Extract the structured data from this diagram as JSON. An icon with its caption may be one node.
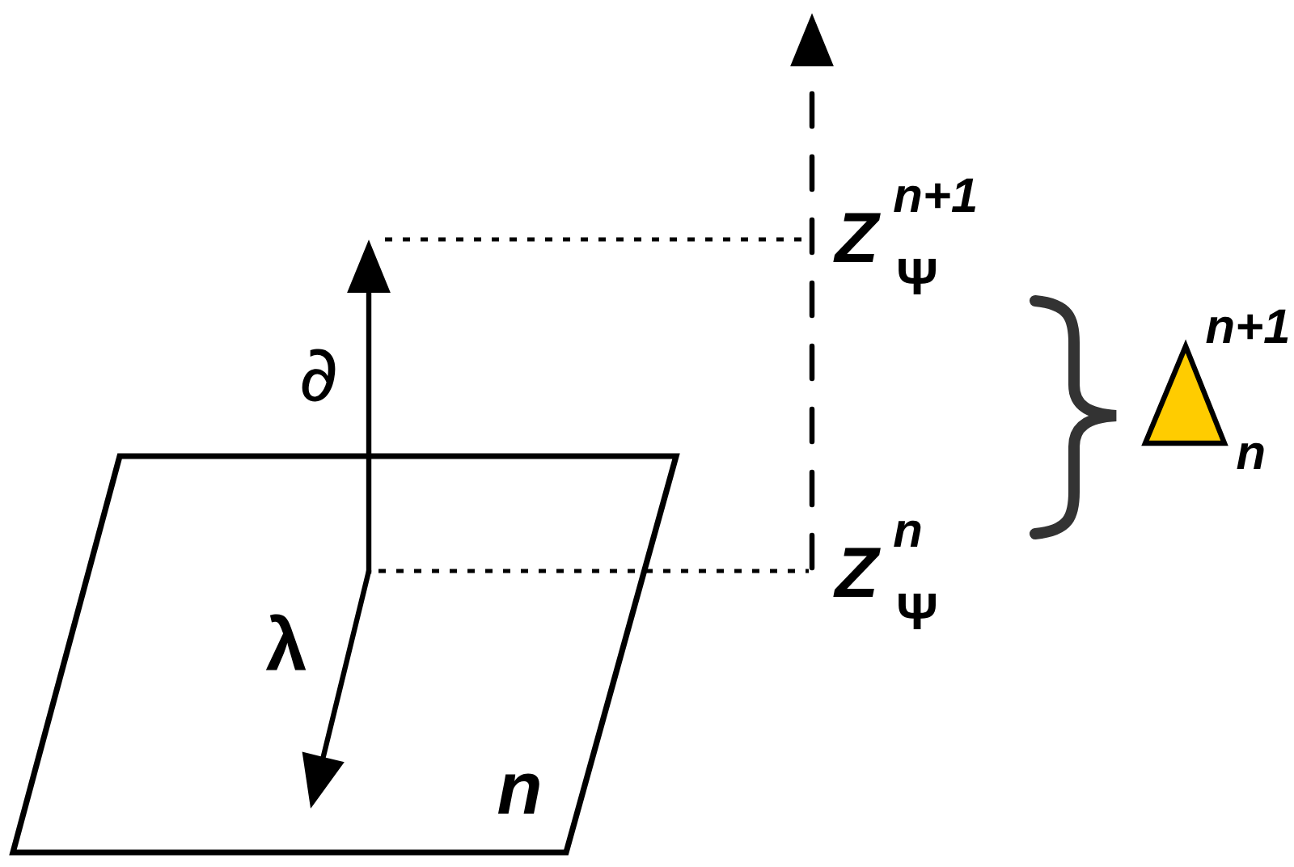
{
  "diagram": {
    "nodes": [
      {
        "text": [
          "n"
        ]
      }
    ],
    "labels": [
      "Z$^{n+1}$$_{Ψ}$",
      "n+1",
      "∂",
      "n",
      "Z$^{n}$$_{Ψ}$",
      "λ"
    ]
  }
}
